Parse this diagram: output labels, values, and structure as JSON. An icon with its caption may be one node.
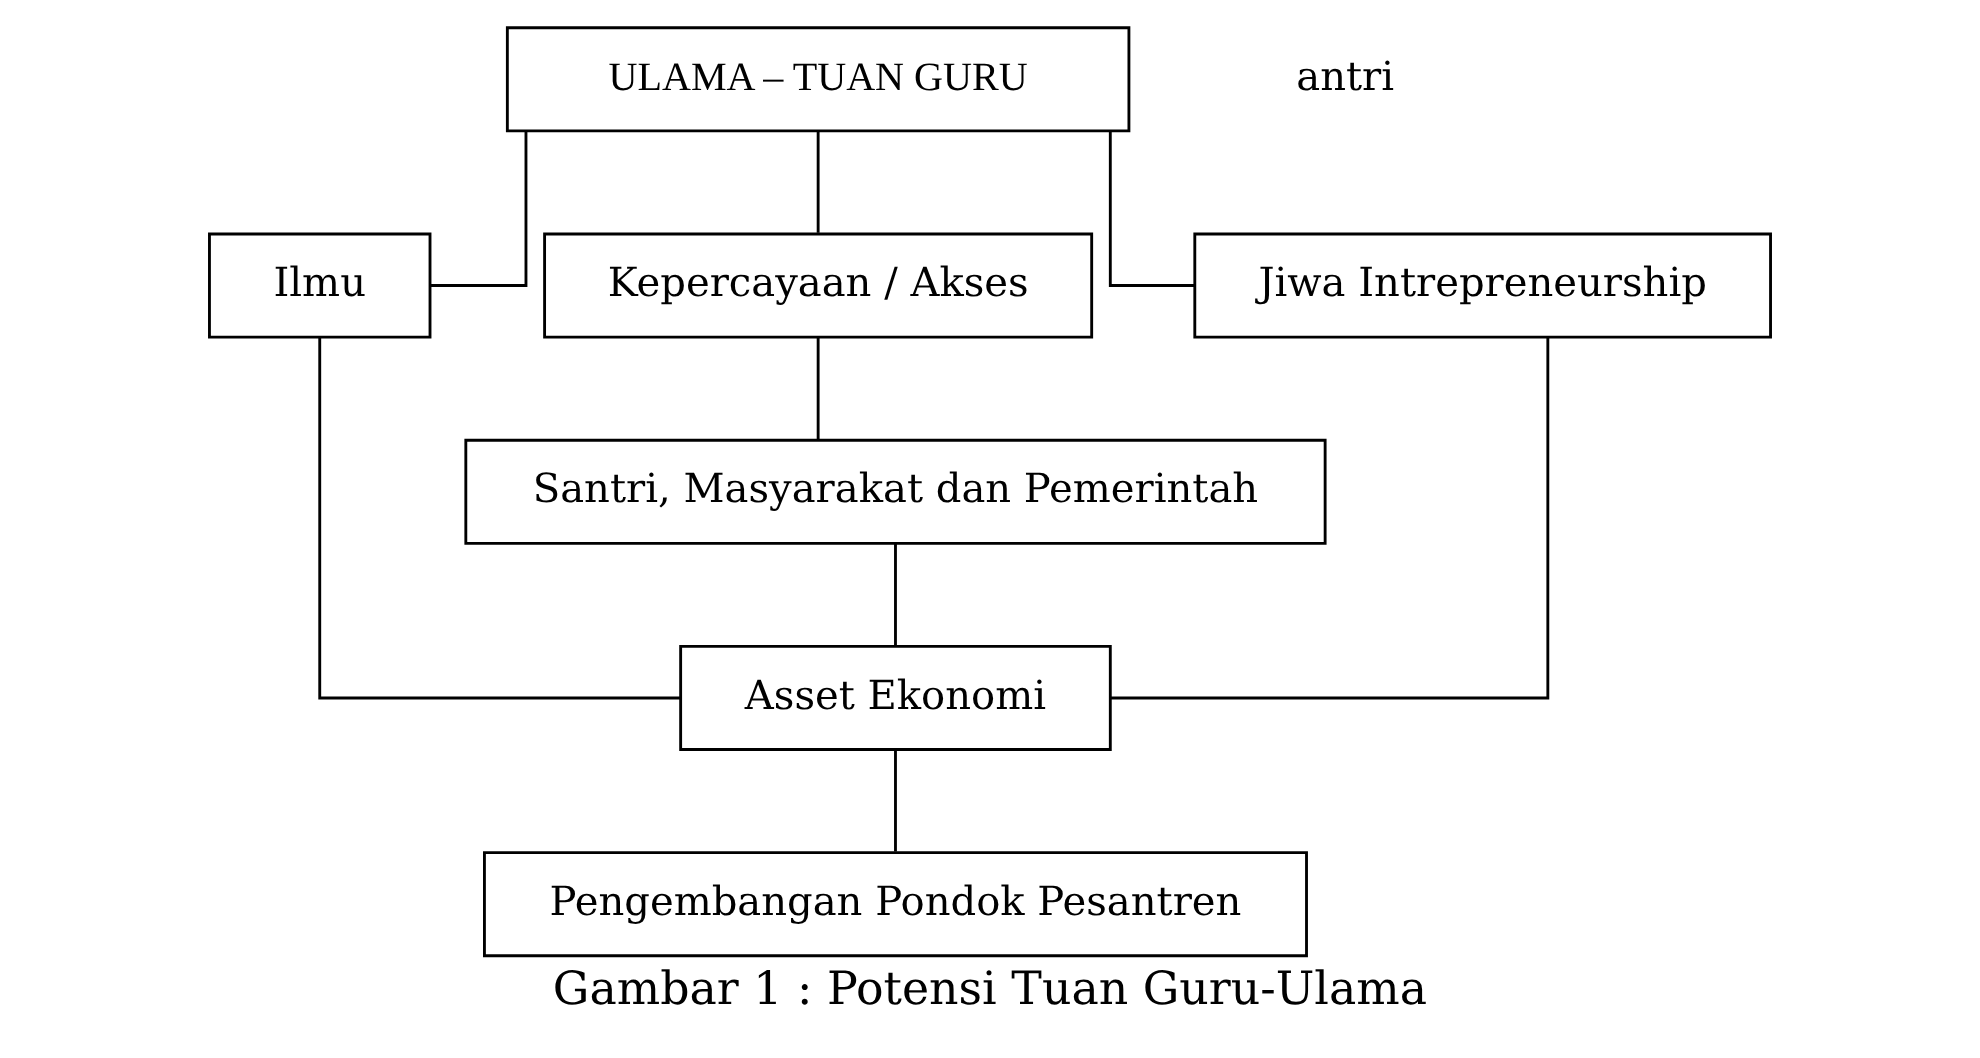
{
  "diagram": {
    "caption": "Gambar 1 : Potensi Tuan Guru-Ulama",
    "nodes": [
      {
        "text": [
          "ULAMA – TUAN GURU"
        ]
      },
      {
        "text": [
          "Ilmu"
        ]
      },
      {
        "text": [
          "Kepercayaan / Akses"
        ]
      },
      {
        "text": [
          "Jiwa Intrepreneurship"
        ]
      },
      {
        "text": [
          "Santri, Masyarakat dan Pemerintah"
        ]
      },
      {
        "text": [
          "Asset Ekonomi"
        ]
      },
      {
        "text": [
          "Pengembangan Pondok Pesantren"
        ]
      }
    ],
    "edges": [
      {
        "from": 0,
        "to": 1,
        "arrow": "none"
      },
      {
        "from": 0,
        "to": 2,
        "arrow": "none"
      },
      {
        "from": 0,
        "to": 3,
        "arrow": "none"
      },
      {
        "from": 2,
        "to": 4,
        "arrow": "none"
      },
      {
        "from": 1,
        "to": 5,
        "arrow": "none"
      },
      {
        "from": 4,
        "to": 5,
        "arrow": "none"
      },
      {
        "from": 3,
        "to": 5,
        "arrow": "none"
      },
      {
        "from": 5,
        "to": 6,
        "arrow": "none"
      }
    ],
    "labels": [
      "antri"
    ]
  }
}
